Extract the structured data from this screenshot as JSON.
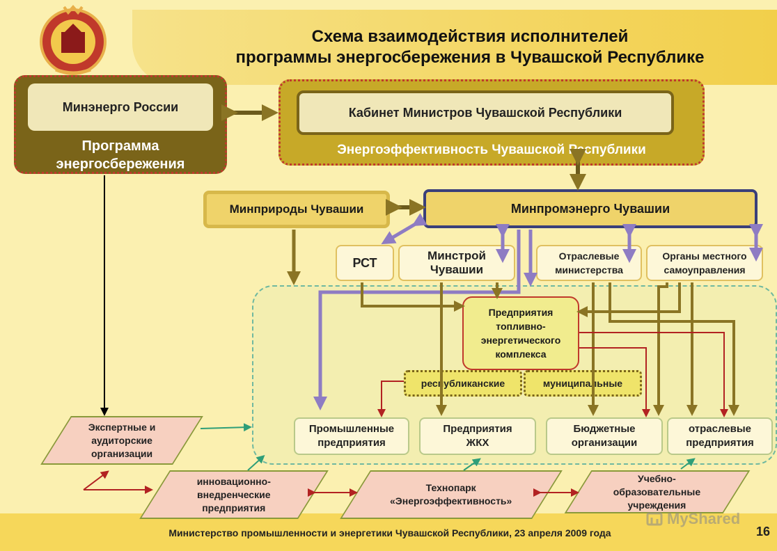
{
  "title": {
    "line1": "Схема взаимодействия исполнителей",
    "line2": "программы энергосбережения в Чувашской Республике"
  },
  "left_block": {
    "inner_label": "Минэнерго России",
    "caption_line1": "Программа",
    "caption_line2": "энергосбережения"
  },
  "top_block": {
    "inner_label": "Кабинет Министров Чувашской Республики",
    "caption": "Энергоэффективность Чувашской Республики"
  },
  "ministries": {
    "minprirody": "Минприроды Чувашии",
    "minpromenergo": "Минпромэнерго Чувашии",
    "rst": "РСТ",
    "minstroy_line1": "Минстрой",
    "minstroy_line2": "Чувашии",
    "otraslevye_line1": "Отраслевые",
    "otraslevye_line2": "министерства",
    "organy_line1": "Органы местного",
    "organy_line2": "самоуправления"
  },
  "tek": {
    "line1": "Предприятия",
    "line2": "топливно-",
    "line3": "энергетического",
    "line4": "комплекса"
  },
  "levels": {
    "republican": "республиканские",
    "municipal": "муниципальные"
  },
  "targets": {
    "industrial_line1": "Промышленные",
    "industrial_line2": "предприятия",
    "zhkh_line1": "Предприятия",
    "zhkh_line2": "ЖКХ",
    "budget_line1": "Бюджетные",
    "budget_line2": "организации",
    "sector_line1": "отраслевые",
    "sector_line2": "предприятия"
  },
  "support": {
    "expert_line1": "Экспертные и",
    "expert_line2": "аудиторские",
    "expert_line3": "организации",
    "innov_line1": "инновационно-",
    "innov_line2": "внедренческие",
    "innov_line3": "предприятия",
    "technopark_line1": "Технопарк",
    "technopark_line2": "«Энергоэффективность»",
    "edu_line1": "Учебно-",
    "edu_line2": "образовательные",
    "edu_line3": "учреждения"
  },
  "footer": {
    "text": "Министерство промышленности и энергетики Чувашской Республики, 23 апреля 2009 года",
    "page_number": "16",
    "watermark": "MyShared"
  },
  "colors": {
    "background": "#fbf0b0",
    "dark_olive": "#7a6419",
    "olive": "#c7a928",
    "purple": "#8e7cc3",
    "red": "#c0392b",
    "green": "#2e9e78",
    "gold": "#f6d75a"
  },
  "icons": [
    "coat-of-arms-icon",
    "myshared-logo-icon"
  ]
}
